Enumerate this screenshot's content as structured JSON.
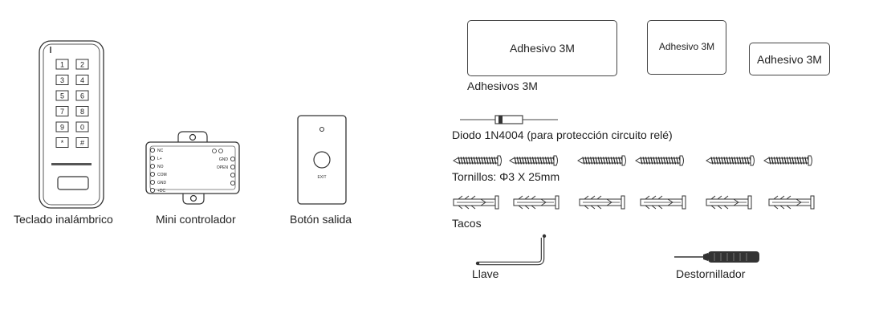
{
  "items": {
    "keypad": {
      "label": "Teclado inalámbrico",
      "keys": [
        "1",
        "2",
        "3",
        "4",
        "5",
        "6",
        "7",
        "8",
        "9",
        "0",
        "*",
        "#"
      ]
    },
    "controller": {
      "label": "Mini controlador",
      "left_terminals": [
        "NC",
        "L+",
        "NO",
        "COM",
        "GND",
        "+DC"
      ],
      "right_terminals": [
        "GND",
        "OPEN"
      ]
    },
    "exit_button": {
      "label": "Botón salida",
      "text": "EXIT"
    },
    "adhesives": {
      "label": "Adhesivos 3M",
      "large": "Adhesivo 3M",
      "medium": "Adhesivo 3M",
      "small": "Adhesivo 3M"
    },
    "diode": {
      "label": "Diodo 1N4004 (para protección circuito relé)"
    },
    "screws": {
      "label": "Tornillos: Φ3 X 25mm",
      "count": 6
    },
    "anchors": {
      "label": "Tacos",
      "count": 6
    },
    "key": {
      "label": "Llave"
    },
    "screwdriver": {
      "label": "Destornillador"
    }
  }
}
